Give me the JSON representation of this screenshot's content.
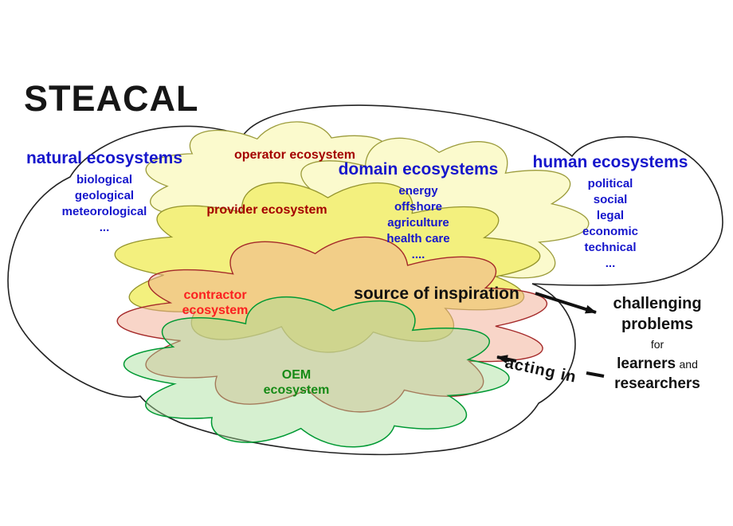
{
  "title": "STEACAL",
  "natural": {
    "heading": "natural ecosystems",
    "items": [
      "biological",
      "geological",
      "meteorological",
      "..."
    ]
  },
  "domain": {
    "heading": "domain ecosystems",
    "items": [
      "energy",
      "offshore",
      "agriculture",
      "health care",
      "...."
    ]
  },
  "human": {
    "heading": "human ecosystems",
    "items": [
      "political",
      "social",
      "legal",
      "economic",
      "technical",
      "..."
    ]
  },
  "clouds": {
    "operator": {
      "label": "operator ecosystem"
    },
    "provider": {
      "label": "provider ecosystem"
    },
    "contractor": {
      "label_line1": "contractor",
      "label_line2": "ecosystem"
    },
    "oem": {
      "label_line1": "OEM",
      "label_line2": "ecosystem"
    }
  },
  "annotations": {
    "source": "source of inspiration",
    "acting": "acting in",
    "challenging_line1": "challenging",
    "challenging_line2": "problems",
    "for_word": "for",
    "learners": "learners",
    "and_word": "and",
    "researchers": "researchers"
  },
  "colors": {
    "heading_blue": "#1616CC",
    "dark_red": "#A40000",
    "bright_red": "#FB2020",
    "green_text": "#168A16",
    "pale_yellow_fill": "#FBFACD",
    "pale_yellow_stroke": "#9C9C3C",
    "yellow_fill": "#F3F07E",
    "yellow_stroke": "#94942C",
    "contractor_fill": "rgba(241,171,145,0.5)",
    "contractor_stroke": "#A52A2A",
    "oem_fill": "rgba(164,222,151,0.45)",
    "oem_stroke": "#009933",
    "outer_stroke": "#222222",
    "arrow_color": "#111111"
  }
}
